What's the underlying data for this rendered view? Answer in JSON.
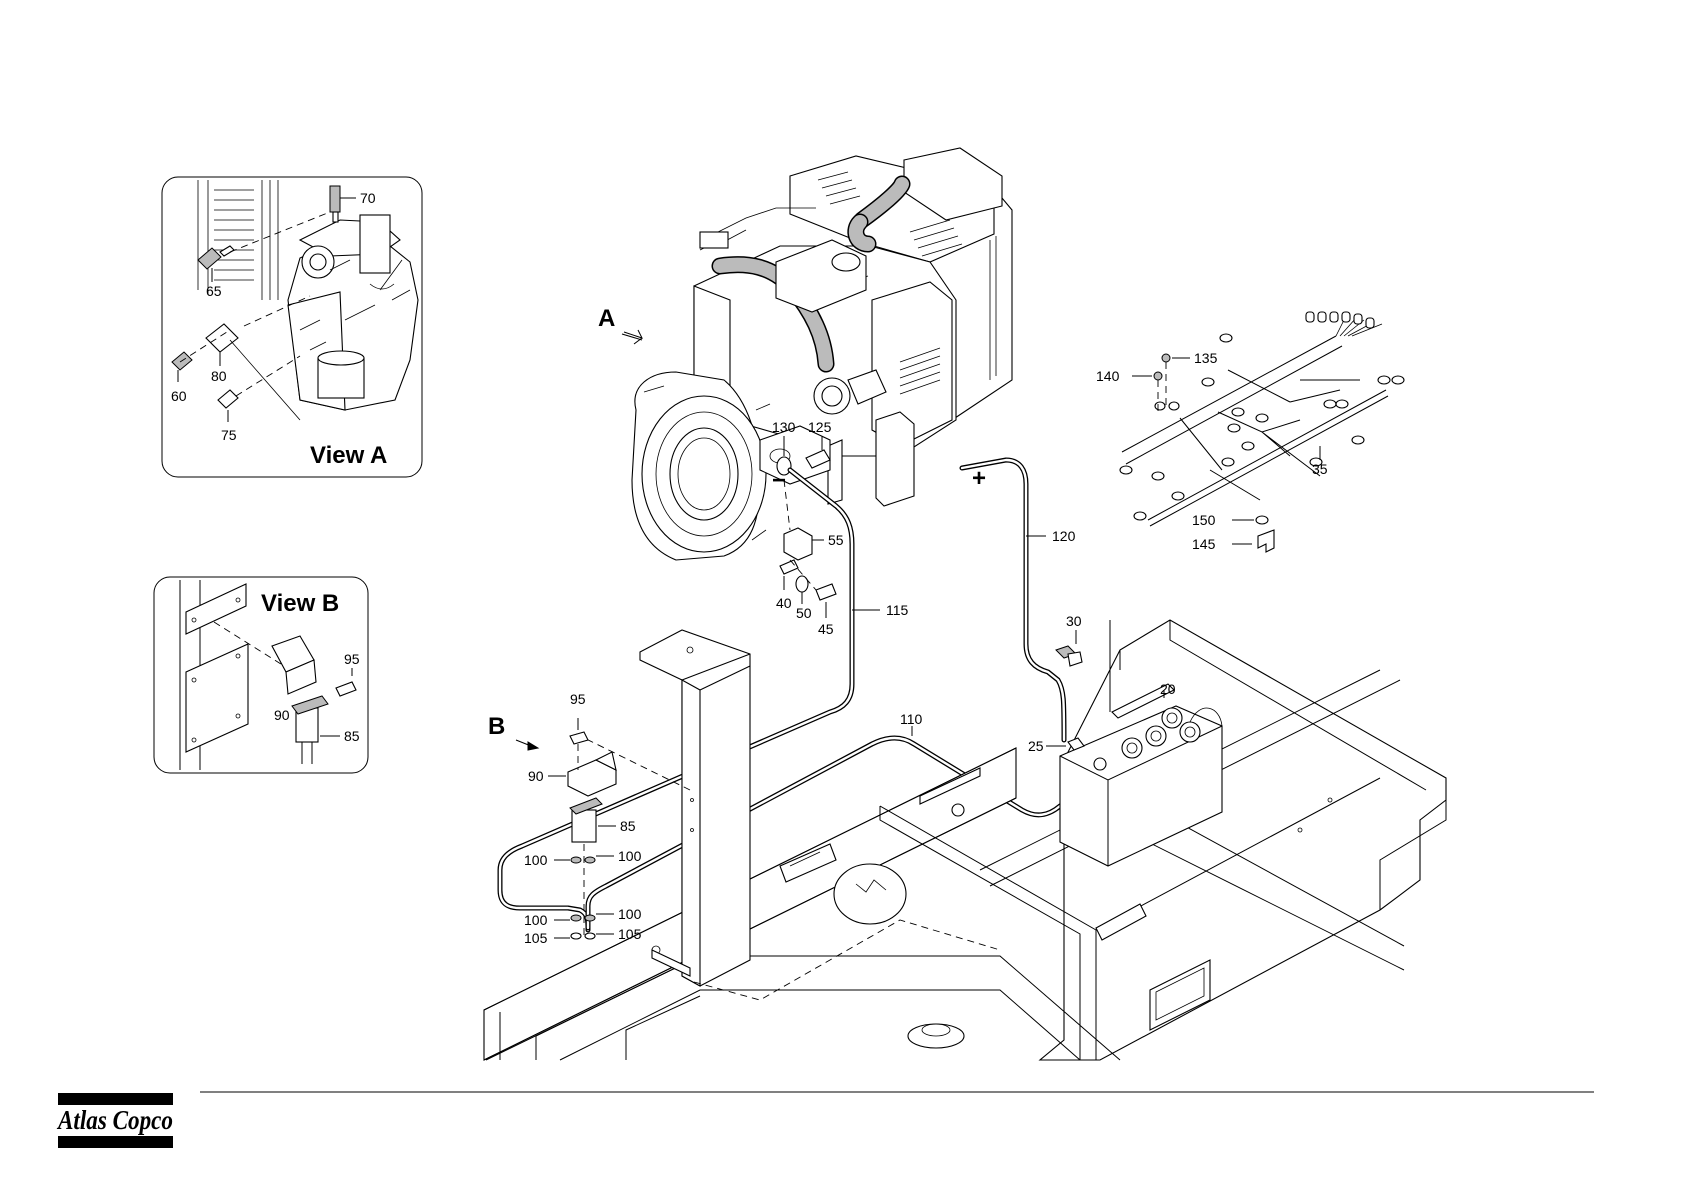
{
  "brand": {
    "logo_text": "Atlas Copco",
    "color": "#000000"
  },
  "views": {
    "view_a": "View A",
    "view_b": "View B"
  },
  "arrows": {
    "a": "A",
    "b": "B"
  },
  "polarity": {
    "minus": "−",
    "plus": "+"
  },
  "callouts": {
    "c70": "70",
    "c65": "65",
    "c80": "80",
    "c60": "60",
    "c75": "75",
    "c95_b": "95",
    "c90_b": "90",
    "c85_b": "85",
    "c130": "130",
    "c125": "125",
    "c55": "55",
    "c40": "40",
    "c50": "50",
    "c45": "45",
    "c115": "115",
    "c120": "120",
    "c30": "30",
    "c20": "20",
    "c25": "25",
    "c110": "110",
    "c95": "95",
    "c90": "90",
    "c85": "85",
    "c100a": "100",
    "c100b": "100",
    "c100c": "100",
    "c100d": "100",
    "c105a": "105",
    "c105b": "105",
    "c135": "135",
    "c140": "140",
    "c35": "35",
    "c150": "150",
    "c145": "145"
  }
}
